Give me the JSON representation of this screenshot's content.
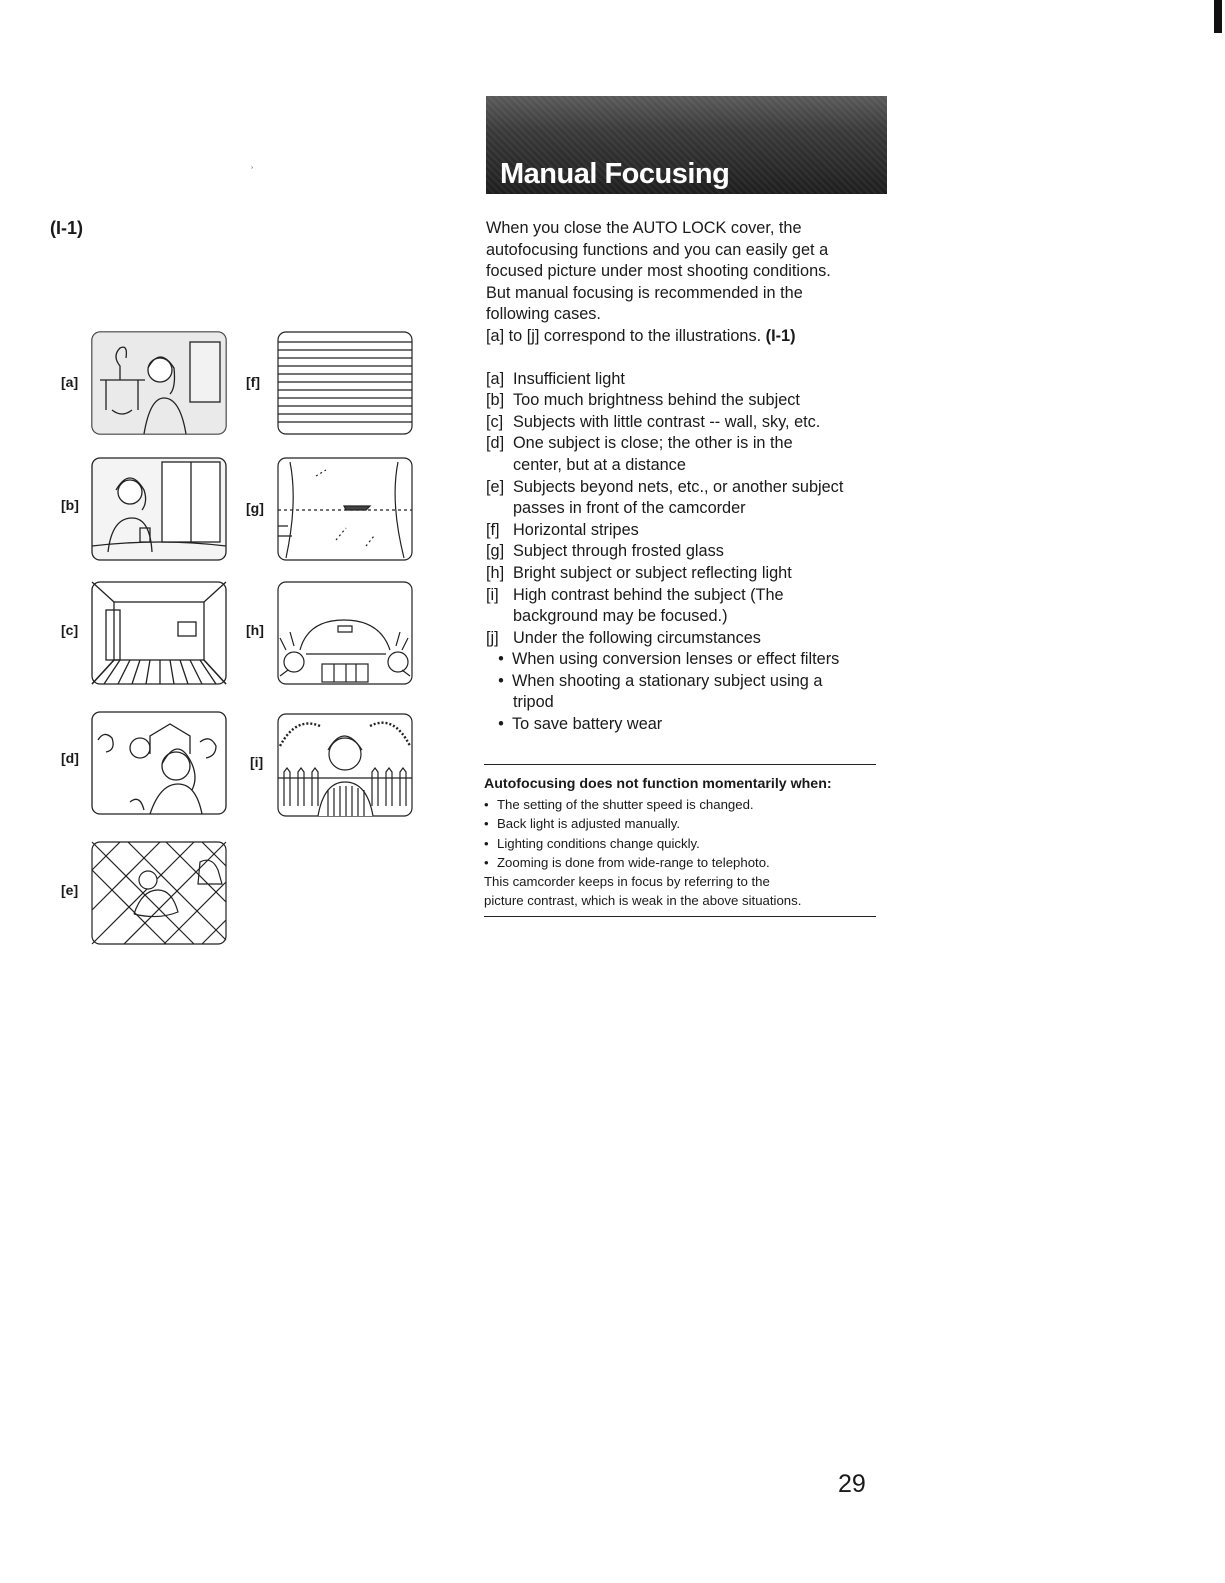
{
  "figure_ref": "(I-1)",
  "title": "Manual Focusing",
  "illustrations": [
    {
      "key": "[a]",
      "label": "[a]"
    },
    {
      "key": "[b]",
      "label": "[b]"
    },
    {
      "key": "[c]",
      "label": "[c]"
    },
    {
      "key": "[d]",
      "label": "[d]"
    },
    {
      "key": "[e]",
      "label": "[e]"
    },
    {
      "key": "[f]",
      "label": "[f]"
    },
    {
      "key": "[g]",
      "label": "[g]"
    },
    {
      "key": "[h]",
      "label": "[h]"
    },
    {
      "key": "[i]",
      "label": "[i]"
    }
  ],
  "intro": [
    "When you close the AUTO LOCK cover, the",
    "autofocusing functions and you can easily get a",
    "focused picture under most shooting conditions.",
    "But manual focusing is recommended in the",
    "following cases."
  ],
  "intro_ref_text": "[a] to [j] correspond to the illustrations.",
  "intro_ref_bold": "(I-1)",
  "cases": [
    {
      "key": "[a]",
      "lines": [
        "Insufficient light"
      ]
    },
    {
      "key": "[b]",
      "lines": [
        "Too much brightness behind the subject"
      ]
    },
    {
      "key": "[c]",
      "lines": [
        "Subjects with little contrast -- wall, sky, etc."
      ]
    },
    {
      "key": "[d]",
      "lines": [
        "One subject is close; the other is in the",
        "center, but at a distance"
      ]
    },
    {
      "key": "[e]",
      "lines": [
        "Subjects beyond nets, etc., or another subject",
        "passes in front of the camcorder"
      ]
    },
    {
      "key": "[f]",
      "lines": [
        "Horizontal stripes"
      ]
    },
    {
      "key": "[g]",
      "lines": [
        "Subject through frosted glass"
      ]
    },
    {
      "key": "[h]",
      "lines": [
        "Bright subject or subject reflecting light"
      ]
    },
    {
      "key": "[i]",
      "lines": [
        "High contrast behind the subject (The",
        "background may be focused.)"
      ]
    },
    {
      "key": "[j]",
      "lines": [
        "Under the following circumstances"
      ]
    }
  ],
  "circumstances": [
    {
      "lines": [
        "When using conversion lenses or effect filters"
      ]
    },
    {
      "lines": [
        "When shooting a stationary subject using a",
        "tripod"
      ]
    },
    {
      "lines": [
        "To save battery wear"
      ]
    }
  ],
  "bullet": "•",
  "note": {
    "title": "Autofocusing does not function momentarily when:",
    "bullets": [
      "The setting of the shutter speed is changed.",
      "Back light is adjusted manually.",
      "Lighting conditions change quickly.",
      "Zooming is done from wide-range to telephoto."
    ],
    "closing": [
      "This camcorder keeps in focus by referring to the",
      "picture contrast, which is weak in the above situations."
    ]
  },
  "page_number": "29"
}
